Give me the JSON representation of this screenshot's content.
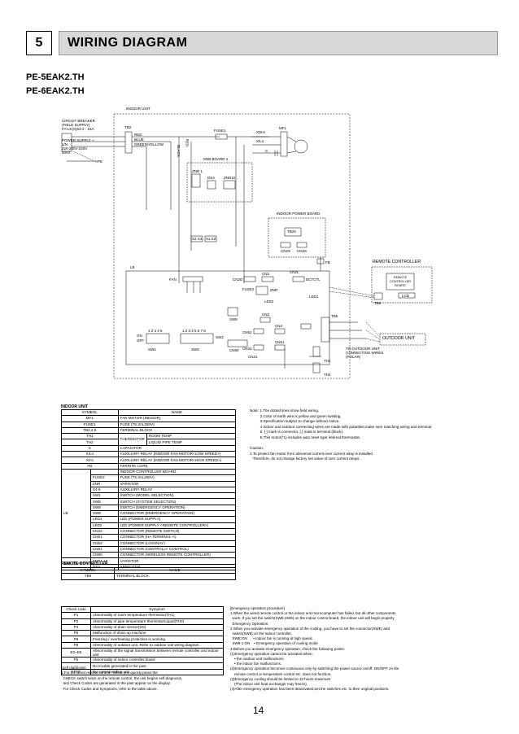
{
  "section": {
    "number": "5",
    "title": "WIRING DIAGRAM"
  },
  "models": [
    "PE-5EAK2.TH",
    "PE-6EAK2.TH"
  ],
  "diagram": {
    "indoor_unit": "INDOOR UNIT",
    "circuit_breaker": "CIRCUIT BREAKER",
    "field_supply": "(FIELD SUPPLY)",
    "rated": "FA-LK(S)63-2 · 16A",
    "power_supply": "POWER SUPPLY ~",
    "power_volt": "1/N",
    "power_volt2": "220-230V-240V",
    "power_hz": "50Hz",
    "pe": "PE",
    "tb2": "TB2",
    "red": "RED",
    "blue": "BLUE",
    "green_yellow": "GREEN/YELLOW",
    "black": "BLACK",
    "red2": "RED",
    "fuse1": "FUSE1",
    "xdhi": "XDHI",
    "xlo": "X/Lo",
    "c1": "C",
    "mf1": "MF1",
    "snb_board": "SNB BOARD 1",
    "znr1": "ZNR 1",
    "dsa": "DSA",
    "znr10": "ZNR10",
    "indoor_power_board": "INDOOR POWER BOARD",
    "tb20": "TB20",
    "cn2s": "CN2S",
    "cn3s": "CN3S",
    "fb": "FB",
    "x2": "X2 X3",
    "x1": "X1 X2",
    "lb": "LB",
    "fan": "FAN",
    "cn2d": "CN2D",
    "cnd": "CN2",
    "fuse2": "FUSE2",
    "znr": "ZNR",
    "cn2l": "CN2L",
    "ctctl": "DCTCTL",
    "led1": "LED1",
    "led2": "LED2",
    "sw1_label": "SW1",
    "sw5_label": "SW5",
    "sw8_label": "SW8",
    "sw2": "SW2",
    "on": "ON",
    "off": "OFF",
    "cn3": "CN3",
    "cn4": "CN4",
    "cn51": "CN51",
    "cn52": "CN52",
    "cn32": "CN32",
    "cn31": "CN31",
    "cn90": "CN90",
    "th1": "TH1",
    "th2": "TH2",
    "tb5": "TB5",
    "tb6": "TB6",
    "remote_controller": "REMOTE CONTROLLER",
    "rc_board": "REMOTE CONTROLLER BOARD",
    "lcd": "LCD",
    "outdoor_unit": "OUTDOOR UNIT",
    "to_outdoor": "TO OUTDOOR UNIT CONNECTING WIRES (POLAR)",
    "sw_nums1": "1 2 3 4 5",
    "sw_nums2": "1 2 3 4 5 6 7 8"
  },
  "legend": {
    "indoor_title": "INDOOR UNIT",
    "header": [
      "SYMBOL",
      "NAME"
    ],
    "rows": [
      [
        "MF1",
        "FAN MOTOR (INDOOR)"
      ],
      [
        "FUSE1",
        "FUSE (T6.3AL250V)"
      ],
      [
        "TB2,4,5",
        "TERMINAL BLOCK"
      ],
      [
        "C",
        "CAPACITOR"
      ],
      [
        "X/Lo",
        "AUXILIARY RELAY (INDOOR FAN MOTOR<LOW SPEED>)"
      ],
      [
        "X/Hi",
        "AUXILIARY RELAY (INDOOR FAN MOTOR<HIGH SPEED>)"
      ],
      [
        "FB",
        "FERRITE CORE"
      ]
    ],
    "th_rows": [
      [
        "TH1",
        "ROOM TEMP"
      ],
      [
        "TH2",
        "LIQUID PIPE TEMP"
      ]
    ],
    "thermistor": "THERMISTOR",
    "lb_label": "LB",
    "lb_name": "INDOOR CONTROLLER BOARD.",
    "lb_rows": [
      [
        "FUSE2",
        "FUSE (T6.3AL250V)"
      ],
      [
        "ZNR",
        "VARISTOR"
      ],
      [
        "X4-5",
        "AUXILIARY RELAY"
      ],
      [
        "SW1",
        "SWITCH (MODEL SELECTION)"
      ],
      [
        "SW5",
        "SWITCH (SYSTEM SELECTION)"
      ],
      [
        "SW8",
        "SWITCH (EMERGENCY OPERATION)"
      ],
      [
        "SWE",
        "CONNECTOR (EMERGENCY OPERATION)"
      ],
      [
        "LED1",
        "LED (POWER SUPPLY)"
      ],
      [
        "LED2",
        "LED (POWER SUPPLY <REMOTE CONTROLLER>)"
      ],
      [
        "CN32",
        "CONNECTOR (REMOTE SWITCH)"
      ],
      [
        "CN51",
        "CONNECTOR (HA TERMINAL-A)"
      ],
      [
        "CN52",
        "CONNECTOR (LOSSNAY)"
      ],
      [
        "CN61",
        "CONNECTOR (CENTRALLY CONTROL)"
      ],
      [
        "CN90",
        "CONNECTOR (WIRELESS REMOTE CONTROLLER)"
      ]
    ],
    "snb_label": "SNB BOARD 1",
    "snb_rows": [
      [
        "ZNR1,10",
        "VARISTOR"
      ],
      [
        "DSA",
        "ARRESTER"
      ]
    ],
    "remote_title": "REMOTE CONTROLLER",
    "remote_rows": [
      [
        "TB6",
        "TERMINAL BLOCK"
      ]
    ]
  },
  "notes": [
    "Note: 1.The dotted lines show field wiring.",
    "          2.Color of earth wire is yellow and green twisting.",
    "          3.Specification subject to change without notice.",
    "          4.Indoor and outdoor connecting wires are made with polarities,make sure matching wiring and terminal.",
    "          5. [ ] mark is connector, [ ] mark is terminal (block).",
    "          6.This motor(*1) includes auto reset type internal thermostat.",
    "",
    "Caution,",
    "1.To protect fan motor from abnormal current,over current relay is installed",
    "   Therefore, do not change factory set value of over current relays."
  ],
  "check_table": {
    "header": [
      "Check code",
      "Symptom"
    ],
    "rows": [
      [
        "P1",
        "Abnormality of room temperature thermistor(TH1)"
      ],
      [
        "P2",
        "Abnormality of pipe temperature thermistor/Liquid(TH2)"
      ],
      [
        "P4",
        "Abnormality of drain sensor(DS)"
      ],
      [
        "P5",
        "Malfunction of drain-up machine"
      ],
      [
        "P6",
        "Freezing / overheating protection is working."
      ],
      [
        "P8",
        "Abnormality of outdoor unit. Refer to outdoor unit wiring diagram."
      ],
      [
        "E0~E5",
        "Abnormality of the signal transmission between remote controller and indoor unit"
      ],
      [
        "Fb",
        "Abnormality of indoor controller board"
      ],
      [
        "----",
        "No trouble generated in the past"
      ],
      [
        "FFFF",
        "No corresponding unit"
      ]
    ]
  },
  "self_diag": [
    "[Self diagnosis]",
    "1.For the wired remote control : When you quickly press the",
    "  CHECK switch twice on the remote control, the unit begins self-diagnosis,",
    "  and Check Codes are generated in the past appear on the display.",
    "  For Check Codes and Symptoms, refer to the table above."
  ],
  "emergency": [
    "[Emergency operation procedure]",
    "1.When the wired remote control or the indoor unit microcomputer has failed, but all other components",
    "  work. If you set the switch(SWE,SW8) on the indoor control board, the indoor unit will begin properly",
    "  Emergency Operation.",
    "2.When you activate emergency operation of the cooling, you have to set the connector(SWE) and",
    "  switch(SW8) on the indoor controller.",
    "  SWE:ON      • Indoor fan is running at high speed.",
    "  SW8-1:ON    • Emergency operation of cooling mode",
    "3.Before you activate emergency operation, check the following points:",
    "(1)Emergency operation cannot be activated when:",
    "    • the outdoor unit malfunctions.",
    "    • the indoor fan malfunctions.",
    "(2)Emergency operation becomes continuous only by switching the power source on/off. ON/OFF on the",
    "    remote control or temperature control etc. does not function.",
    "(3)Emergency cooling should be limited to 10 hours maximum",
    "    (The indoor unit heat exchanger may freeze).",
    "(4)After emergency operation has been deactivated,set the switches etc. to their original positions."
  ],
  "page_number": "14"
}
